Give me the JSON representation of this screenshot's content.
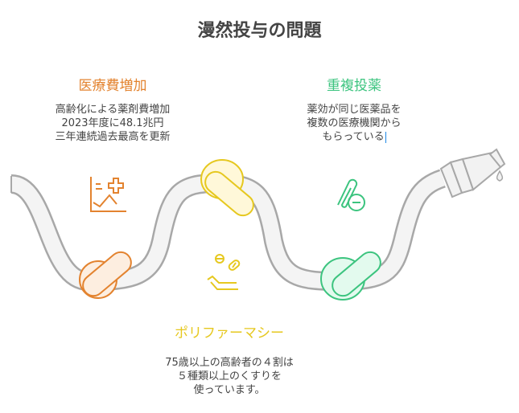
{
  "title": "漫然投与の問題",
  "sections": {
    "cost": {
      "heading": "医療費増加",
      "lines": [
        "高齢化による薬剤費増加",
        "2023年度に48.1兆円",
        "三年連続過去最高を更新"
      ],
      "icon": "chart-medical-cross-icon"
    },
    "duplicate": {
      "heading": "重複投薬",
      "lines": [
        "薬効が同じ医薬品を",
        "複数の医療機関から",
        "もらっている"
      ],
      "icon": "paperclip-pill-icon"
    },
    "polypharmacy": {
      "heading": "ポリファーマシー",
      "lines": [
        "75歳以上の高齢者の４割は",
        "５種類以上のくすりを",
        "使っています。"
      ],
      "icon": "hand-pills-icon"
    }
  },
  "colors": {
    "orange": "#e3832f",
    "green": "#3cc47f",
    "yellow": "#e6c81f",
    "hose": "#a8a8a8"
  }
}
